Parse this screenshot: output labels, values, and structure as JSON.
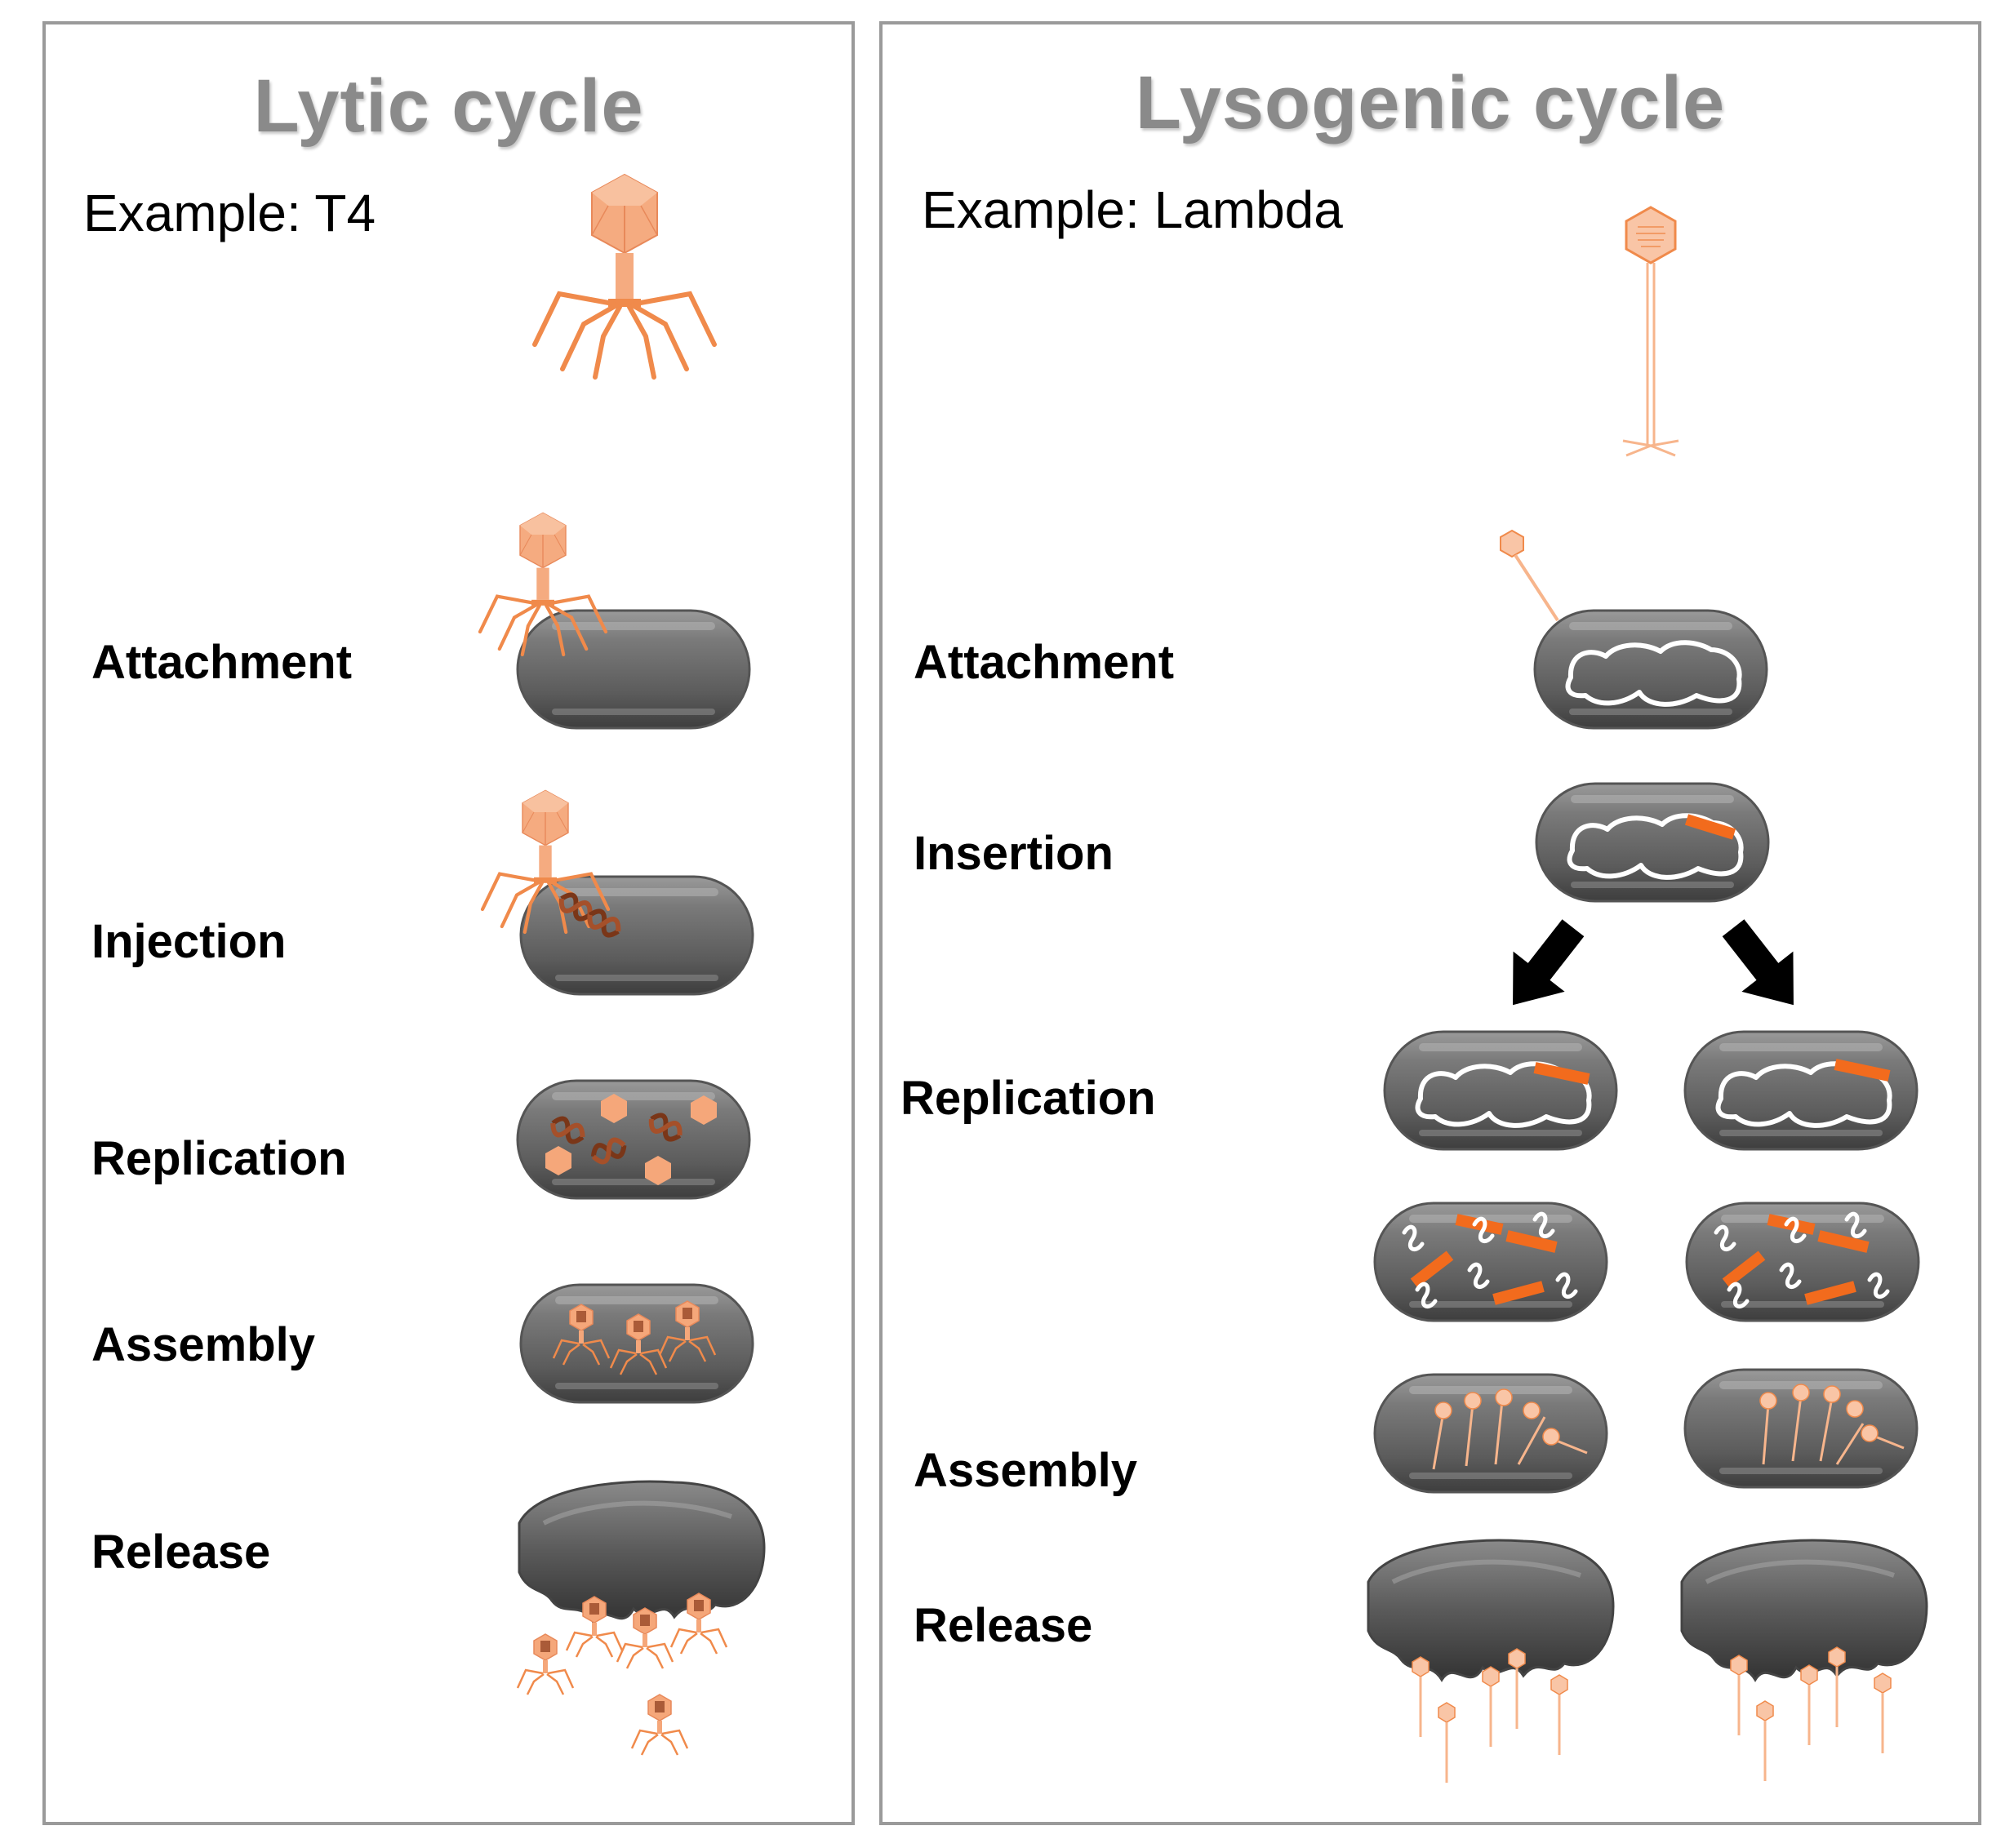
{
  "lytic": {
    "title": "Lytic cycle",
    "example": "Example: T4",
    "steps": [
      "Attachment",
      "Injection",
      "Replication",
      "Assembly",
      "Release"
    ]
  },
  "lysogenic": {
    "title": "Lysogenic cycle",
    "example": "Example: Lambda",
    "steps": [
      "Attachment",
      "Insertion",
      "Replication",
      "Assembly",
      "Release"
    ]
  },
  "colors": {
    "phage": "#f08a4b",
    "phage_light": "#f7b58c",
    "phage_pale": "#f8c3a3",
    "cell": "#6e6e6e",
    "cell_dark": "#4a4a4a",
    "prophage": "#f26b1d",
    "panel_border": "#9a9a9a",
    "title": "#8a8a8a"
  }
}
